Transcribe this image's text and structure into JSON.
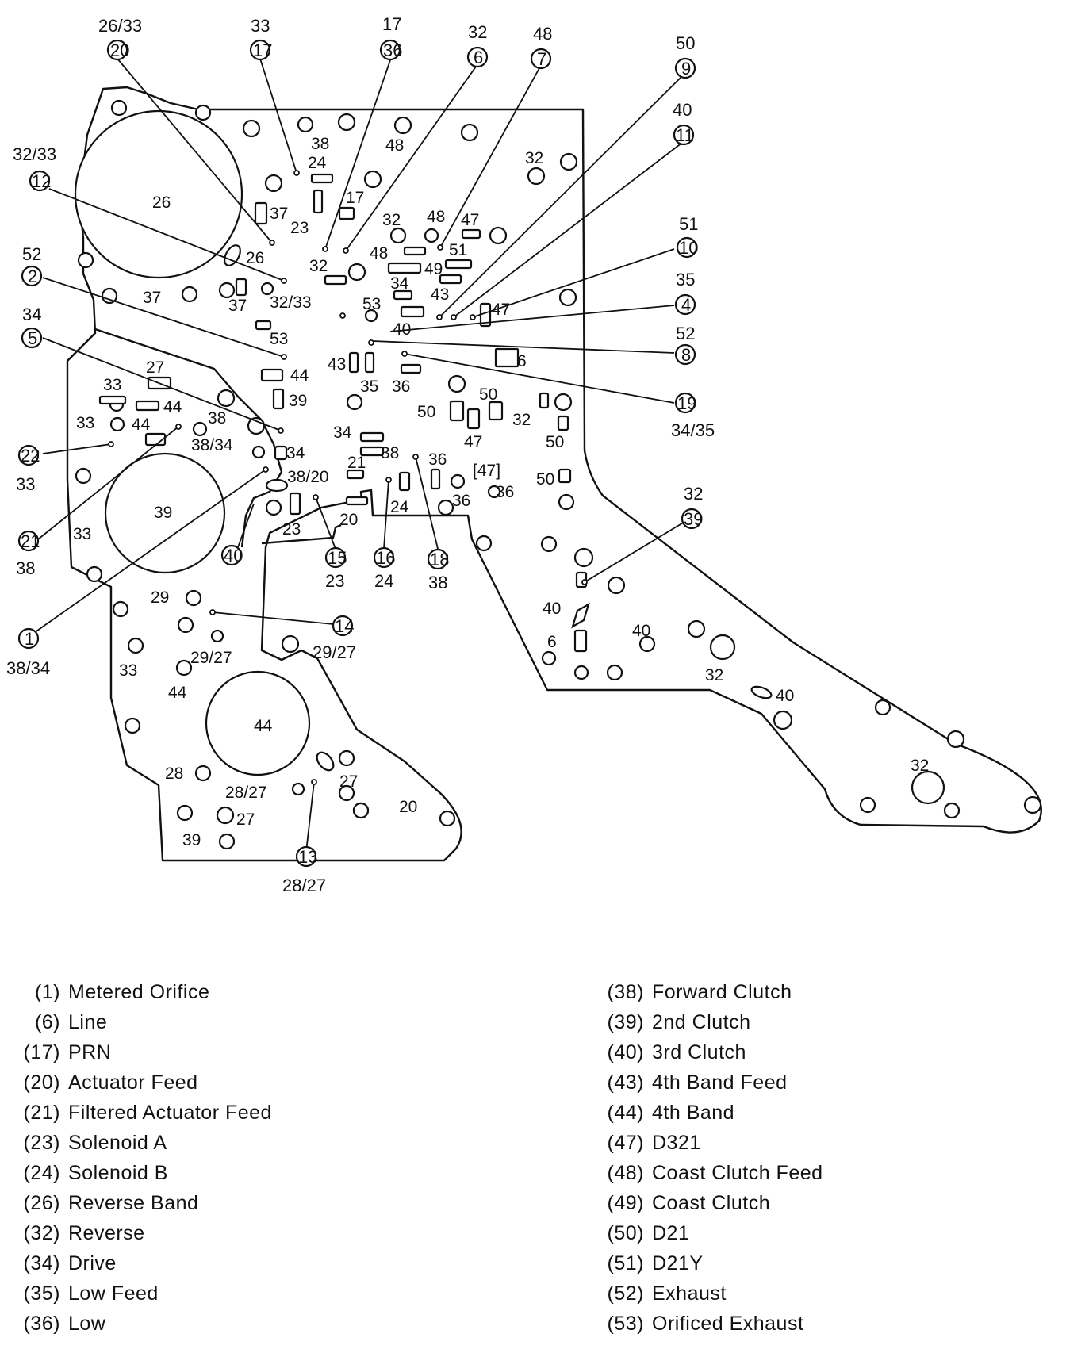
{
  "callouts": [
    {
      "id": "20",
      "top": "26/33"
    },
    {
      "id": "17",
      "top": "33"
    },
    {
      "id": "36",
      "top": "17"
    },
    {
      "id": "6",
      "top": "32"
    },
    {
      "id": "7",
      "top": "48"
    },
    {
      "id": "9",
      "top": "50"
    },
    {
      "id": "11",
      "top": "40"
    },
    {
      "id": "12",
      "top": "32/33"
    },
    {
      "id": "10",
      "top": "51"
    },
    {
      "id": "2",
      "top": "52"
    },
    {
      "id": "4",
      "top": "35"
    },
    {
      "id": "5",
      "top": "34"
    },
    {
      "id": "8",
      "top": "52"
    },
    {
      "id": "19",
      "bottom": "34/35"
    },
    {
      "id": "22",
      "bottom": "33"
    },
    {
      "id": "21",
      "bottom": "38"
    },
    {
      "id": "39",
      "top": "32"
    },
    {
      "id": "40"
    },
    {
      "id": "15",
      "bottom": "23"
    },
    {
      "id": "16",
      "bottom": "24"
    },
    {
      "id": "18",
      "bottom": "38"
    },
    {
      "id": "14",
      "bottom": "29/27"
    },
    {
      "id": "1",
      "bottom": "38/34"
    },
    {
      "id": "13",
      "bottom": "28/27"
    }
  ],
  "plate_labels": {
    "bore_26": "26",
    "bore_39": "39",
    "bore_44": "44",
    "l_38": "38",
    "l_24a": "24",
    "l_23a": "23",
    "l_37a": "37",
    "l_17": "17",
    "l_48a": "48",
    "l_32a": "32",
    "l_32b": "32",
    "l_48b": "48",
    "l_47a": "47",
    "l_48c": "48",
    "l_51": "51",
    "l_49": "49",
    "l_32c": "32",
    "l_26": "26",
    "l_37b": "37",
    "l_37c": "37",
    "l_3233": "32/33",
    "l_34a": "34",
    "l_43a": "43",
    "l_53a": "53",
    "l_40a": "40",
    "l_47b": "47",
    "l_6a": "6",
    "l_53b": "53",
    "l_43b": "43",
    "l_44a": "44",
    "l_35": "35",
    "l_36a": "36",
    "l_39a": "39",
    "l_27a": "27",
    "l_33a": "33",
    "l_44b": "44",
    "l_33b": "33",
    "l_44c": "44",
    "l_38b": "38",
    "l_3834": "38/34",
    "l_34b": "34",
    "l_50a": "50",
    "l_50b": "50",
    "l_32d": "32",
    "l_47c": "47",
    "l_50c": "50",
    "l_34c": "34",
    "l_38c": "38",
    "l_21": "21",
    "l_3820": "38/20",
    "l_36b": "36",
    "l_47d": "[47]",
    "l_36c": "36",
    "l_36d": "36",
    "l_50d": "50",
    "l_24b": "24",
    "l_20a": "20",
    "l_23b": "23",
    "l_33c": "33",
    "l_29a": "29",
    "l_2927": "29/27",
    "l_33d": "33",
    "l_44d": "44",
    "l_40b": "40",
    "l_6b": "6",
    "l_40c": "40",
    "l_32e": "32",
    "l_40d": "40",
    "l_32f": "32",
    "l_28": "28",
    "l_2827": "28/27",
    "l_27b": "27",
    "l_27c": "27",
    "l_20b": "20",
    "l_39b": "39"
  },
  "legend_left": [
    {
      "num": "(1)",
      "text": "Metered Orifice"
    },
    {
      "num": "(6)",
      "text": "Line"
    },
    {
      "num": "(17)",
      "text": "PRN"
    },
    {
      "num": "(20)",
      "text": "Actuator Feed"
    },
    {
      "num": "(21)",
      "text": "Filtered Actuator Feed"
    },
    {
      "num": "(23)",
      "text": "Solenoid A"
    },
    {
      "num": "(24)",
      "text": "Solenoid B"
    },
    {
      "num": "(26)",
      "text": "Reverse Band"
    },
    {
      "num": "(32)",
      "text": "Reverse"
    },
    {
      "num": "(34)",
      "text": "Drive"
    },
    {
      "num": "(35)",
      "text": "Low Feed"
    },
    {
      "num": "(36)",
      "text": "Low"
    }
  ],
  "legend_right": [
    {
      "num": "(38)",
      "text": "Forward Clutch"
    },
    {
      "num": "(39)",
      "text": "2nd Clutch"
    },
    {
      "num": "(40)",
      "text": "3rd Clutch"
    },
    {
      "num": "(43)",
      "text": "4th Band Feed"
    },
    {
      "num": "(44)",
      "text": "4th Band"
    },
    {
      "num": "(47)",
      "text": "D321"
    },
    {
      "num": "(48)",
      "text": "Coast Clutch Feed"
    },
    {
      "num": "(49)",
      "text": "Coast Clutch"
    },
    {
      "num": "(50)",
      "text": "D21"
    },
    {
      "num": "(51)",
      "text": "D21Y"
    },
    {
      "num": "(52)",
      "text": "Exhaust"
    },
    {
      "num": "(53)",
      "text": "Orificed Exhaust"
    }
  ]
}
